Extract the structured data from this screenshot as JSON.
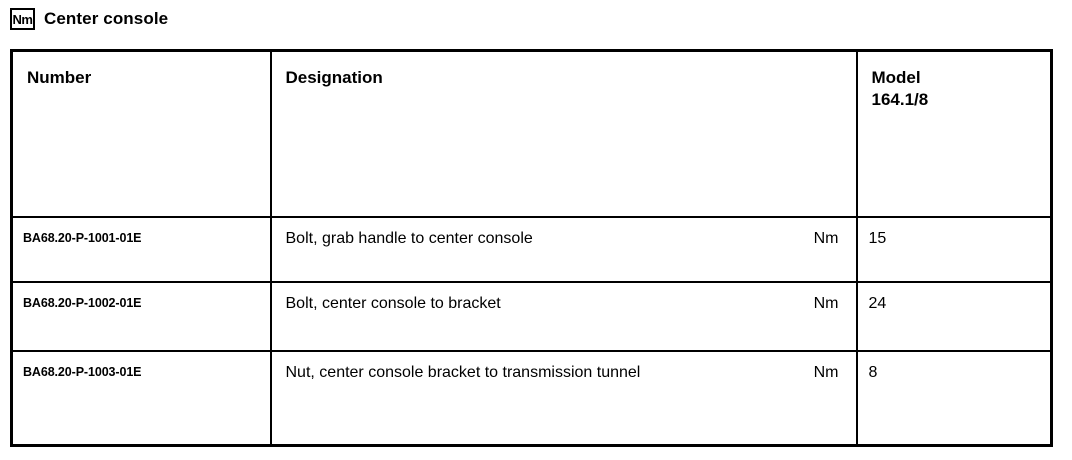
{
  "title": {
    "icon_label": "Nm",
    "icon_name": "nm-torque-icon",
    "text": "Center console"
  },
  "table": {
    "headers": {
      "number": "Number",
      "designation": "Designation",
      "model_line1": "Model",
      "model_line2": "164.1/8"
    },
    "rows": [
      {
        "number": "BA68.20-P-1001-01E",
        "designation": "Bolt, grab handle to center console",
        "unit": "Nm",
        "value": "15"
      },
      {
        "number": "BA68.20-P-1002-01E",
        "designation": "Bolt, center console to bracket",
        "unit": "Nm",
        "value": "24"
      },
      {
        "number": "BA68.20-P-1003-01E",
        "designation": "Nut, center console bracket to transmission tunnel",
        "unit": "Nm",
        "value": "8"
      }
    ]
  },
  "colors": {
    "border": "#000000",
    "text": "#000000",
    "background": "#ffffff"
  }
}
